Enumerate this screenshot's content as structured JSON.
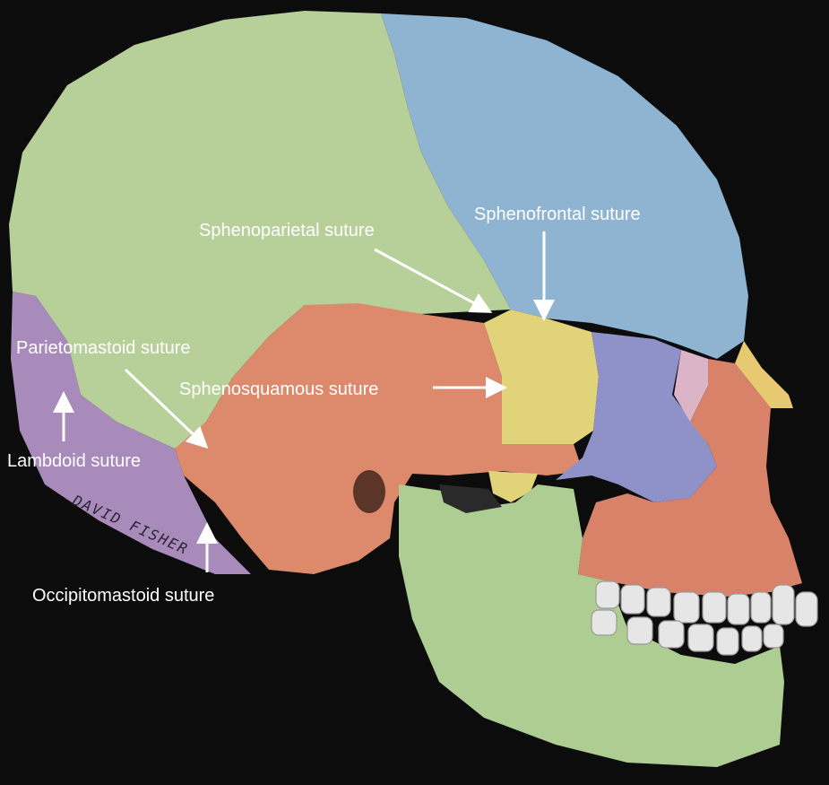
{
  "diagram": {
    "labels": {
      "sphenofrontal": "Sphenofrontal suture",
      "sphenoparietal": "Sphenoparietal suture",
      "parietomastoid": "Parietomastoid suture",
      "sphenosquamous": "Sphenosquamous suture",
      "lambdoid": "Lambdoid suture",
      "occipitomastoid": "Occipitomastoid suture"
    },
    "signature": "DAVID FISHER",
    "colors": {
      "background": "#0c0c0c",
      "parietal": "#b7cf98",
      "frontal": "#8fb4d2",
      "temporal": "#dd8a6c",
      "sphenoid": "#e1d37a",
      "occipital": "#a88bbb",
      "zygomatic": "#8e92c9",
      "maxilla": "#d9826a",
      "mandible": "#aecd92",
      "nasal": "#e7c972",
      "lacrimal": "#dcb4c8",
      "teeth": "#e6e6e6",
      "arrow": "#ffffff"
    }
  }
}
